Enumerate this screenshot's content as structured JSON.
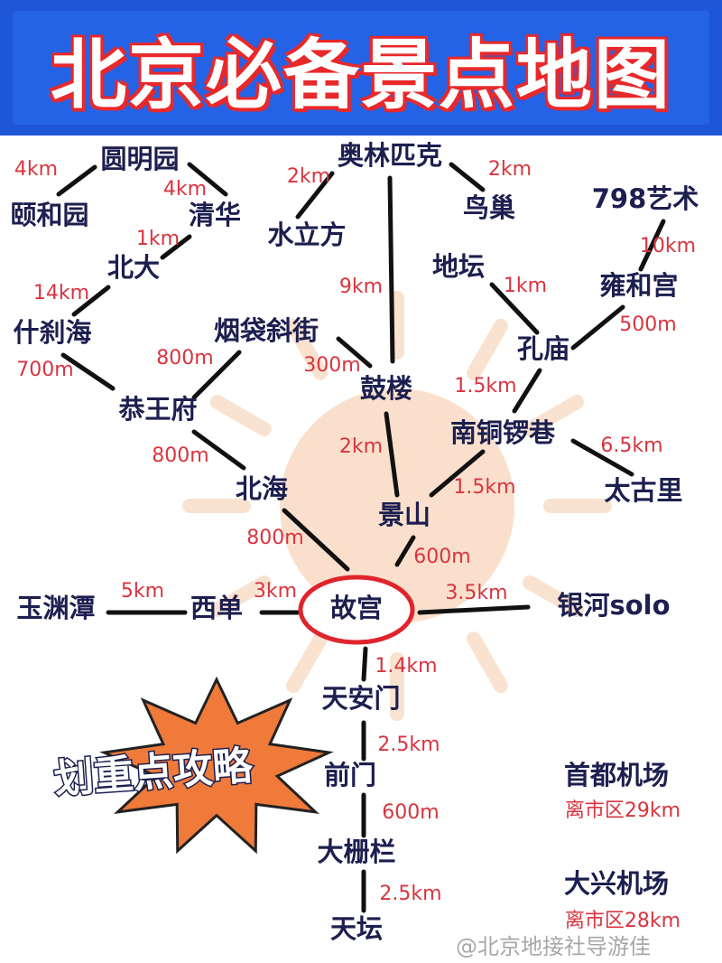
{
  "header": {
    "title": "北京必备景点地图"
  },
  "colors": {
    "banner": "#1e56d8",
    "title_outline": "#e8282b",
    "place_text": "#1c1f4f",
    "distance_text": "#d9343f",
    "line": "#111111",
    "sun": "#f6c7a3",
    "sticker": "#ef7a3a"
  },
  "places": [
    "圆明园",
    "颐和园",
    "清华",
    "北大",
    "什刹海",
    "烟袋斜街",
    "恭王府",
    "北海",
    "奥林匹克",
    "水立方",
    "鸟巢",
    "798艺术",
    "地坛",
    "雍和宫",
    "孔庙",
    "鼓楼",
    "南铜锣巷",
    "太古里",
    "景山",
    "故宫",
    "西单",
    "玉渊潭",
    "银河solo",
    "天安门",
    "前门",
    "大栅栏",
    "天坛"
  ],
  "routes": [
    {
      "from": "颐和园",
      "to": "圆明园",
      "distance": "4km"
    },
    {
      "from": "圆明园",
      "to": "清华",
      "distance": "4km"
    },
    {
      "from": "清华",
      "to": "北大",
      "distance": "1km"
    },
    {
      "from": "北大",
      "to": "什刹海",
      "distance": "14km"
    },
    {
      "from": "什刹海",
      "to": "恭王府",
      "distance": "700m"
    },
    {
      "from": "烟袋斜街",
      "to": "恭王府",
      "distance": "800m"
    },
    {
      "from": "恭王府",
      "to": "北海",
      "distance": "800m"
    },
    {
      "from": "北海",
      "to": "故宫",
      "distance": "800m"
    },
    {
      "from": "奥林匹克",
      "to": "水立方",
      "distance": "2km"
    },
    {
      "from": "奥林匹克",
      "to": "鼓楼",
      "distance": "9km"
    },
    {
      "from": "奥林匹克",
      "to": "鸟巢",
      "distance": "2km"
    },
    {
      "from": "798艺术",
      "to": "雍和宫",
      "distance": "10km"
    },
    {
      "from": "雍和宫",
      "to": "孔庙",
      "distance": "500m"
    },
    {
      "from": "地坛",
      "to": "孔庙",
      "distance": "1km"
    },
    {
      "from": "烟袋斜街",
      "to": "鼓楼",
      "distance": "300m"
    },
    {
      "from": "孔庙",
      "to": "南铜锣巷",
      "distance": "1.5km"
    },
    {
      "from": "鼓楼",
      "to": "景山",
      "distance": "2km"
    },
    {
      "from": "南铜锣巷",
      "to": "景山",
      "distance": "1.5km"
    },
    {
      "from": "南铜锣巷",
      "to": "太古里",
      "distance": "6.5km"
    },
    {
      "from": "景山",
      "to": "故宫",
      "distance": "600m"
    },
    {
      "from": "西单",
      "to": "故宫",
      "distance": "3km"
    },
    {
      "from": "玉渊潭",
      "to": "西单",
      "distance": "5km"
    },
    {
      "from": "故宫",
      "to": "银河solo",
      "distance": "3.5km"
    },
    {
      "from": "故宫",
      "to": "天安门",
      "distance": "1.4km"
    },
    {
      "from": "天安门",
      "to": "前门",
      "distance": "2.5km"
    },
    {
      "from": "前门",
      "to": "大栅栏",
      "distance": "600m"
    },
    {
      "from": "大栅栏",
      "to": "天坛",
      "distance": "2.5km"
    }
  ],
  "highlight": "故宫",
  "airports": [
    {
      "name": "首都机场",
      "distance": "离市区29km"
    },
    {
      "name": "大兴机场",
      "distance": "离市区28km"
    }
  ],
  "sticker": {
    "text": "划重点攻略",
    "icon": "starburst-icon"
  },
  "watermark": "@北京地接社导游佳"
}
